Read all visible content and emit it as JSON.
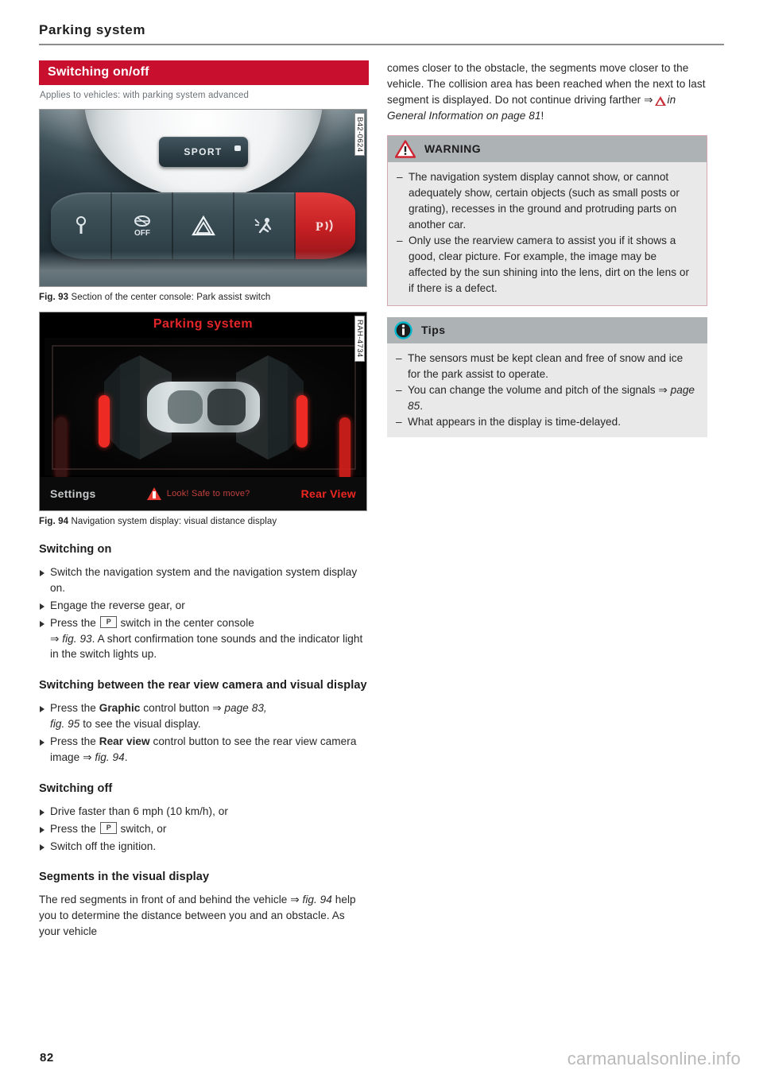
{
  "page": {
    "running_head": "Parking system",
    "page_number": "82",
    "watermark": "carmanualsonline.info"
  },
  "left_column": {
    "section_banner": "Switching on/off",
    "applies_to": "Applies to vehicles: with parking system advanced",
    "figures": [
      {
        "side_code": "B42-0624",
        "caption_label": "Fig. 93",
        "caption_text": "Section of the center console: Park assist switch",
        "artwork": {
          "sport_button_label": "SPORT"
        }
      },
      {
        "side_code": "RAH-4734",
        "caption_label": "Fig. 94",
        "caption_text": "Navigation system display: visual distance display",
        "artwork": {
          "screen_title": "Parking system",
          "left_soft_key": "Settings",
          "center_message": "Look! Safe to move?",
          "right_soft_key": "Rear View"
        }
      }
    ],
    "sections": [
      {
        "heading": "Switching on",
        "items": [
          "Switch the navigation system and the navigation system display on.",
          "Engage the reverse gear, or",
          "Press the [key] switch in the center console ⇒ fig. 93. A short confirmation tone sounds and the indicator light in the switch lights up."
        ]
      },
      {
        "heading": "Switching between the rear view camera and visual display",
        "items": [
          "Press the Graphic control button ⇒ page 83, fig. 95 to see the visual display.",
          "Press the Rear view control button to see the rear view camera image ⇒ fig. 94."
        ]
      },
      {
        "heading": "Switching off",
        "items": [
          "Drive faster than 6 mph (10 km/h), or",
          "Press the [key] switch, or",
          "Switch off the ignition."
        ]
      },
      {
        "heading": "Segments in the visual display",
        "paragraph": "The red segments in front of and behind the vehicle ⇒ fig. 94 help you to determine the distance between you and an obstacle. As your vehicle"
      }
    ]
  },
  "right_column": {
    "continuation_paragraph": "comes closer to the obstacle, the segments move closer to the vehicle. The collision area has been reached when the next to last segment is displayed. Do not continue driving farther ⇒ ⚠ in General Information on page 81!",
    "warning_box": {
      "icon": "warning-triangle-icon",
      "title": "WARNING",
      "items": [
        "The navigation system display cannot show, or cannot adequately show, certain objects (such as small posts or grating), recesses in the ground and protruding parts on another car.",
        "Only use the rearview camera to assist you if it shows a good, clear picture. For example, the image may be affected by the sun shining into the lens, dirt on the lens or if there is a defect."
      ]
    },
    "tips_box": {
      "icon": "info-circle-icon",
      "title": "Tips",
      "items": [
        "The sensors must be kept clean and free of snow and ice for the park assist to operate.",
        "You can change the volume and pitch of the signals ⇒ page 85.",
        "What appears in the display is time-delayed."
      ]
    }
  },
  "colors": {
    "banner_red": "#c8102e",
    "callout_header_gray": "#adb2b5",
    "callout_body_gray": "#e9e9e9",
    "warning_border_pink": "#d4a7b1",
    "display_red": "#ee2722",
    "info_cyan": "#00b5cc"
  }
}
